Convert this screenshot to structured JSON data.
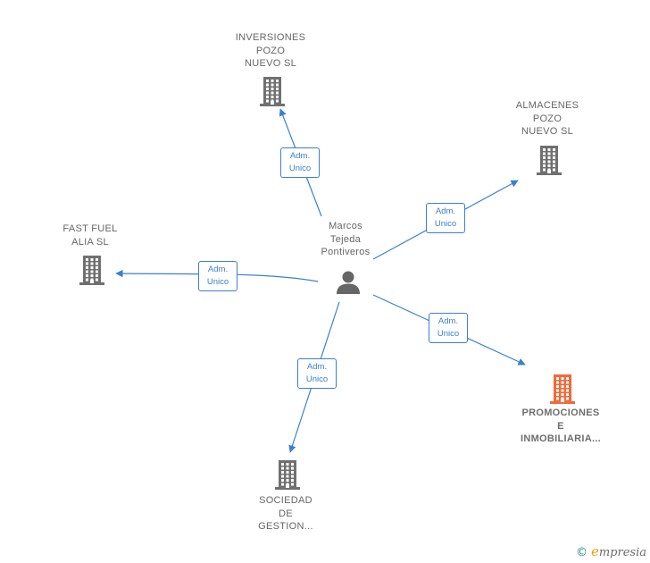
{
  "colors": {
    "edge": "#3a7fd5",
    "company_icon": "#707070",
    "highlight_icon": "#f26a3a",
    "person_icon": "#666666"
  },
  "center": {
    "name_lines": [
      "Marcos",
      "Tejeda",
      "Pontiveros"
    ],
    "icon": "person-icon"
  },
  "nodes": [
    {
      "id": "inversiones",
      "lines": [
        "INVERSIONES",
        "POZO",
        "NUEVO  SL"
      ],
      "icon": "building-icon",
      "highlight": false
    },
    {
      "id": "almacenes",
      "lines": [
        "ALMACENES",
        "POZO",
        "NUEVO  SL"
      ],
      "icon": "building-icon",
      "highlight": false
    },
    {
      "id": "fastfuel",
      "lines": [
        "FAST FUEL",
        "ALIA  SL"
      ],
      "icon": "building-icon",
      "highlight": false
    },
    {
      "id": "promociones",
      "lines": [
        "PROMOCIONES",
        "E",
        "INMOBILIARIA..."
      ],
      "icon": "building-icon",
      "highlight": true
    },
    {
      "id": "sociedad",
      "lines": [
        "SOCIEDAD",
        "DE",
        "GESTION..."
      ],
      "icon": "building-icon",
      "highlight": false
    }
  ],
  "edges": [
    {
      "to": "inversiones",
      "label": [
        "Adm.",
        "Unico"
      ]
    },
    {
      "to": "almacenes",
      "label": [
        "Adm.",
        "Unico"
      ]
    },
    {
      "to": "fastfuel",
      "label": [
        "Adm.",
        "Unico"
      ]
    },
    {
      "to": "promociones",
      "label": [
        "Adm.",
        "Unico"
      ]
    },
    {
      "to": "sociedad",
      "label": [
        "Adm.",
        "Unico"
      ]
    }
  ],
  "footer": {
    "copyright": "©",
    "brand_initial": "e",
    "brand_rest": "mpresia"
  }
}
